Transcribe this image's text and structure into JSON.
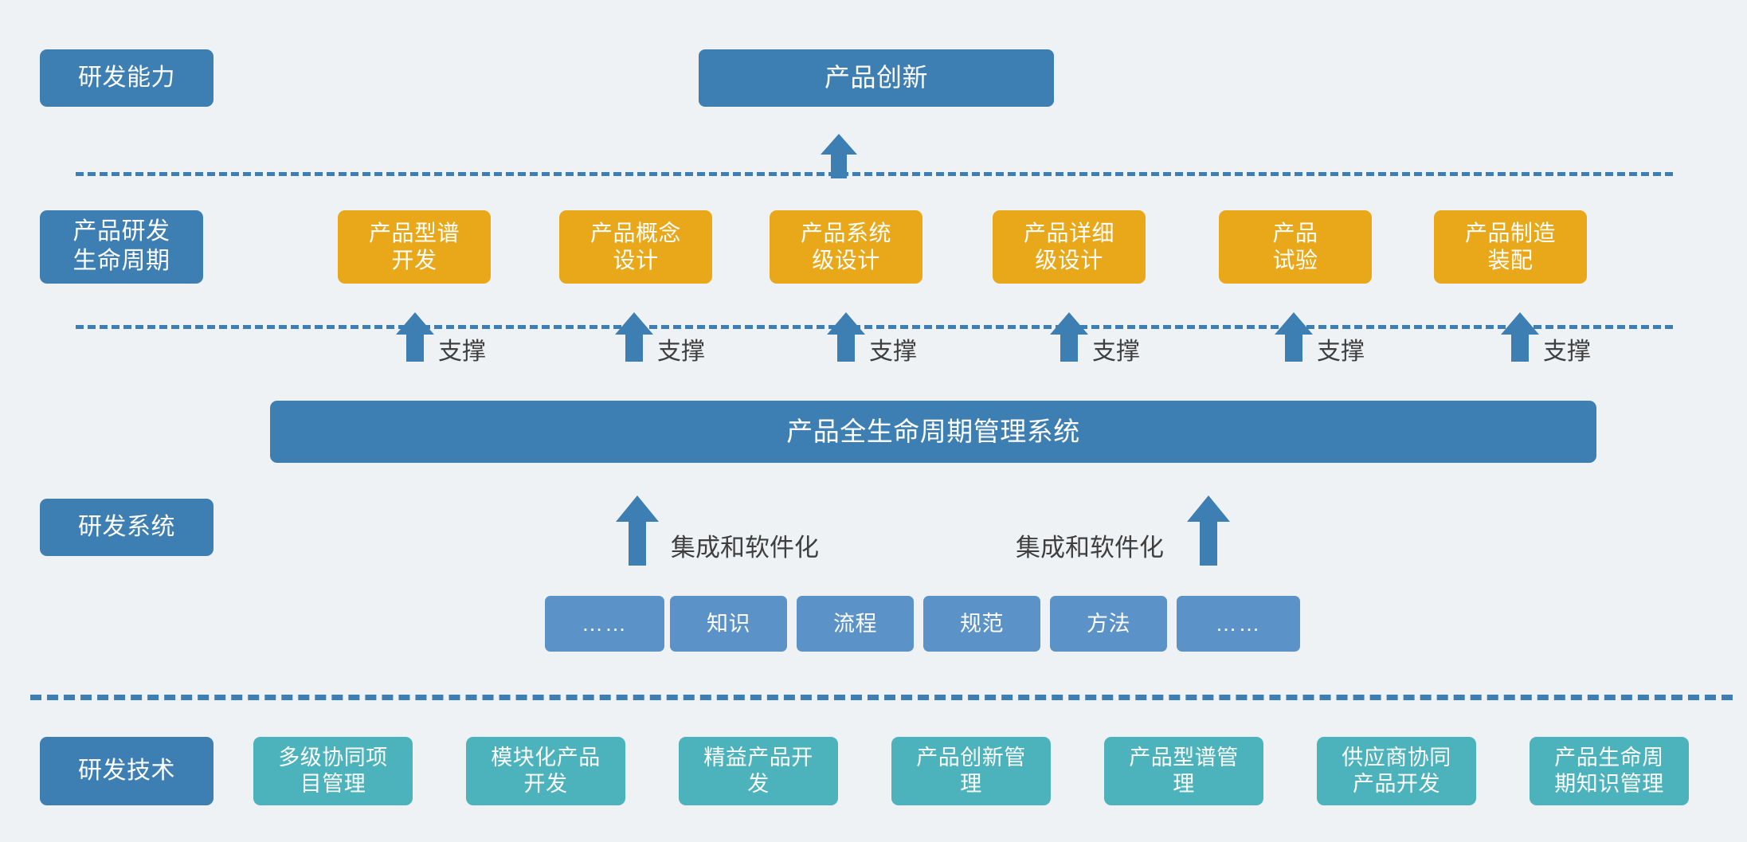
{
  "theme": {
    "background": "#eff2f5",
    "blue": "#3d7eb3",
    "blue_soft": "#5b92c7",
    "yellow": "#e8a81a",
    "teal": "#4cb3bd",
    "caption_text": "#3f3f3f"
  },
  "row_labels": {
    "capability": "研发能力",
    "lifecycle": "产品研发\n生命周期",
    "system": "研发系统",
    "technology": "研发技术"
  },
  "capability": {
    "title": "产品创新"
  },
  "lifecycle_stages": [
    {
      "label": "产品型谱\n开发"
    },
    {
      "label": "产品概念\n设计"
    },
    {
      "label": "产品系统\n级设计"
    },
    {
      "label": "产品详细\n级设计"
    },
    {
      "label": "产品\n试验"
    },
    {
      "label": "产品制造\n装配"
    }
  ],
  "support_caption": "支撑",
  "support_captions": [
    "支撑",
    "支撑",
    "支撑",
    "支撑",
    "支撑",
    "支撑"
  ],
  "plm": {
    "title": "产品全生命周期管理系统"
  },
  "integration_captions": [
    "集成和软件化",
    "集成和软件化"
  ],
  "assets": [
    {
      "label": "……"
    },
    {
      "label": "知识"
    },
    {
      "label": "流程"
    },
    {
      "label": "规范"
    },
    {
      "label": "方法"
    },
    {
      "label": "……"
    }
  ],
  "technologies": [
    {
      "label": "多级协同项\n目管理"
    },
    {
      "label": "模块化产品\n开发"
    },
    {
      "label": "精益产品开\n发"
    },
    {
      "label": "产品创新管\n理"
    },
    {
      "label": "产品型谱管\n理"
    },
    {
      "label": "供应商协同\n产品开发"
    },
    {
      "label": "产品生命周\n期知识管理"
    }
  ]
}
